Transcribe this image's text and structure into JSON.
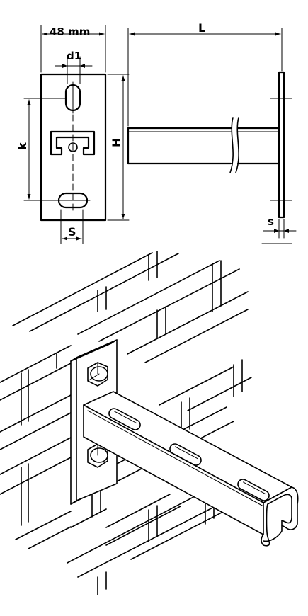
{
  "labels": {
    "width": "48 mm",
    "hole_diameter": "d1",
    "hole_spacing": "k",
    "height": "H",
    "slot": "S",
    "length": "L",
    "plate_thickness": "s"
  }
}
